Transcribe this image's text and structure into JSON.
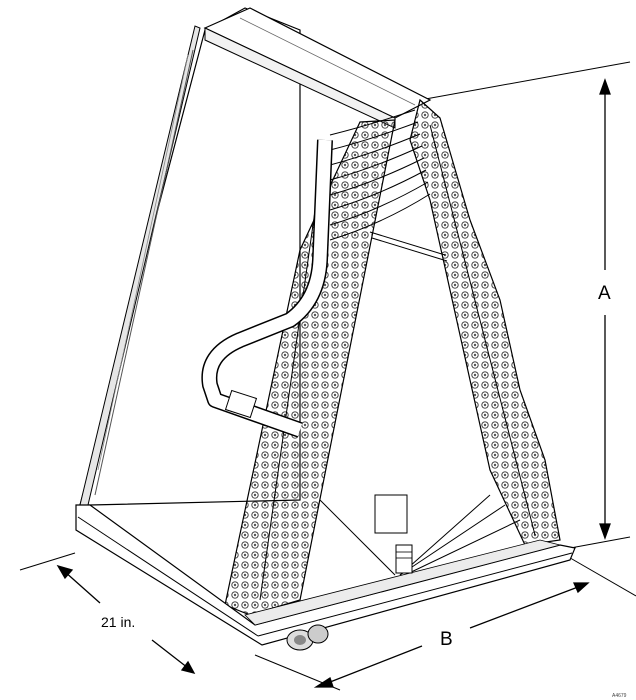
{
  "labels": {
    "height_dim": "A",
    "width_dim": "B",
    "depth_dim": "21 in.",
    "figure_ref": "A4679"
  }
}
